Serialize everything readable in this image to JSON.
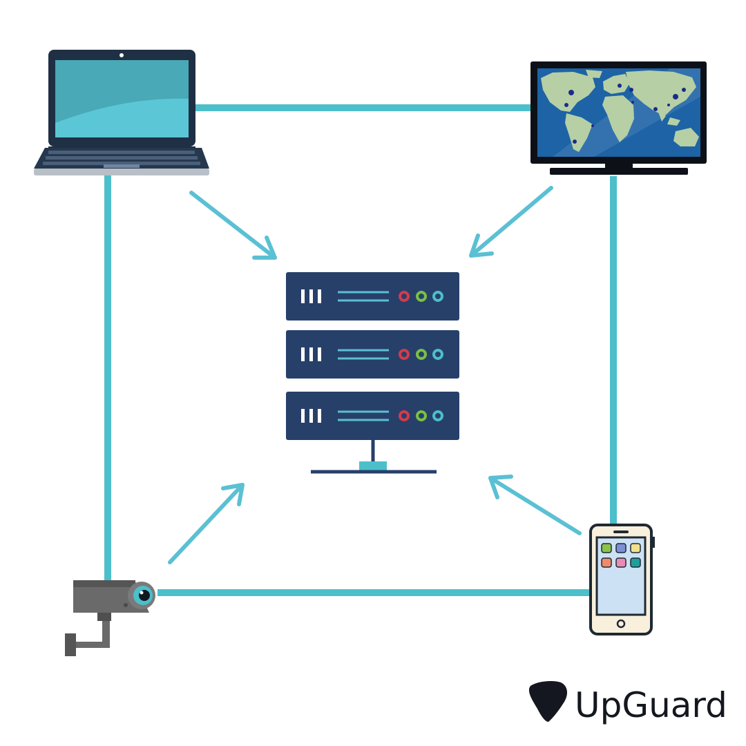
{
  "brand": {
    "name": "UpGuard",
    "logo_icon": "guitar-pick-shield-icon"
  },
  "colors": {
    "connector": "#4cbfca",
    "arrow": "#5bc0d4",
    "navy": "#27406a",
    "outline": "#1f2933",
    "led_red": "#d63a4a",
    "led_green": "#7ac043",
    "led_teal": "#4cbfca",
    "screen_blue": "#1d63a6",
    "land": "#b6cfa5",
    "brand_dark": "#14171f"
  },
  "nodes": [
    {
      "id": "laptop",
      "icon": "laptop-icon"
    },
    {
      "id": "tv",
      "icon": "world-map-monitor-icon"
    },
    {
      "id": "camera",
      "icon": "security-camera-icon"
    },
    {
      "id": "phone",
      "icon": "smartphone-icon"
    },
    {
      "id": "server",
      "icon": "server-rack-icon"
    }
  ]
}
